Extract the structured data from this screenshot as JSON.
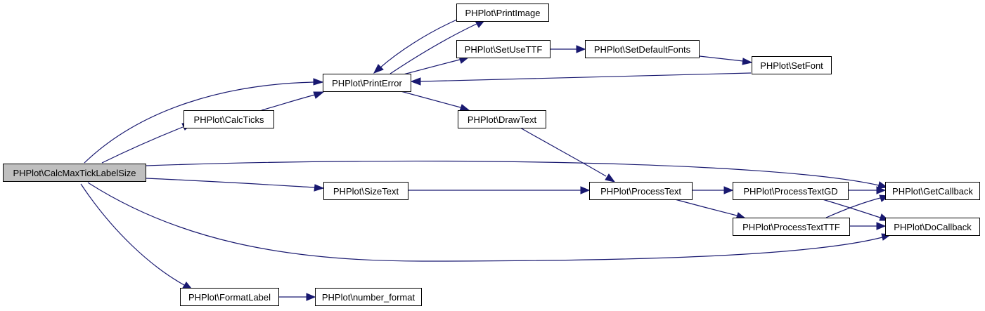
{
  "colors": {
    "edge": "#191970",
    "root_fill": "#bfbfbf",
    "node_fill": "#ffffff",
    "border": "#000000"
  },
  "nodes": {
    "calcmaxticklabelsize": "PHPlot\\CalcMaxTickLabelSize",
    "calcticks": "PHPlot\\CalcTicks",
    "printerror": "PHPlot\\PrintError",
    "printimage": "PHPlot\\PrintImage",
    "setusettf": "PHPlot\\SetUseTTF",
    "setdefaultfonts": "PHPlot\\SetDefaultFonts",
    "setfont": "PHPlot\\SetFont",
    "drawtext": "PHPlot\\DrawText",
    "sizetext": "PHPlot\\SizeText",
    "processtext": "PHPlot\\ProcessText",
    "processtextgd": "PHPlot\\ProcessTextGD",
    "processtextttf": "PHPlot\\ProcessTextTTF",
    "getcallback": "PHPlot\\GetCallback",
    "docallback": "PHPlot\\DoCallback",
    "formatlabel": "PHPlot\\FormatLabel",
    "number_format": "PHPlot\\number_format"
  }
}
